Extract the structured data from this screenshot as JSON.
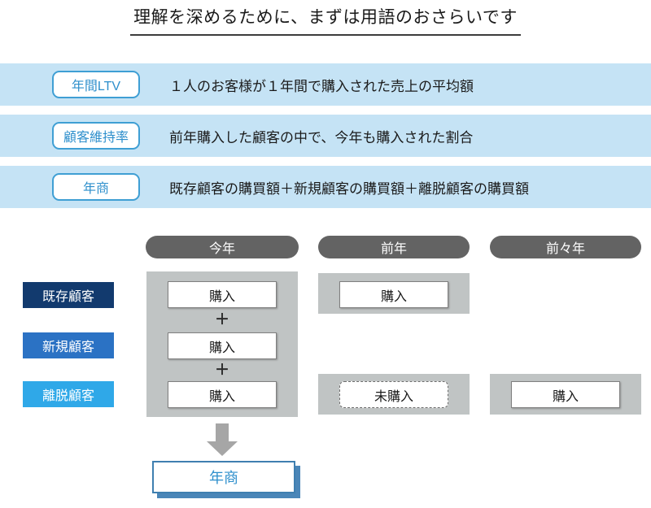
{
  "title": "理解を深めるために、まずは用語のおさらいです",
  "colors": {
    "band_bg": "#c5e3f5",
    "badge_border": "#3f9fd4",
    "badge_text": "#2e8fcc",
    "year_pill": "#636363",
    "panel_gray": "#c0c4c4",
    "segment_existing": "#123a6e",
    "segment_new": "#2b72c4",
    "segment_churn": "#2fa8e8",
    "arrow_gray": "#a6a6a6",
    "result_border": "#3f7fb0",
    "result_shadow": "#4a86b8"
  },
  "glossary": [
    {
      "term": "年間LTV",
      "description": "１人のお客様が１年間で購入された売上の平均額"
    },
    {
      "term": "顧客維持率",
      "description": "前年購入した顧客の中で、今年も購入された割合"
    },
    {
      "term": "年商",
      "description": "既存顧客の購買額＋新規顧客の購買額＋離脱顧客の購買額"
    }
  ],
  "matrix": {
    "years": [
      "今年",
      "前年",
      "前々年"
    ],
    "segments": [
      "既存顧客",
      "新規顧客",
      "離脱顧客"
    ],
    "cells": {
      "this_year": [
        {
          "label": "購入",
          "style": "solid"
        },
        {
          "label": "購入",
          "style": "solid"
        },
        {
          "label": "購入",
          "style": "solid"
        }
      ],
      "last_year": [
        {
          "label": "購入",
          "style": "solid"
        },
        {
          "label": "未購入",
          "style": "dashed"
        }
      ],
      "two_years_ago": [
        {
          "label": "購入",
          "style": "solid"
        }
      ]
    },
    "operators": [
      "＋",
      "＋"
    ],
    "arrow_icon": "arrow-down-icon",
    "result": "年商"
  }
}
